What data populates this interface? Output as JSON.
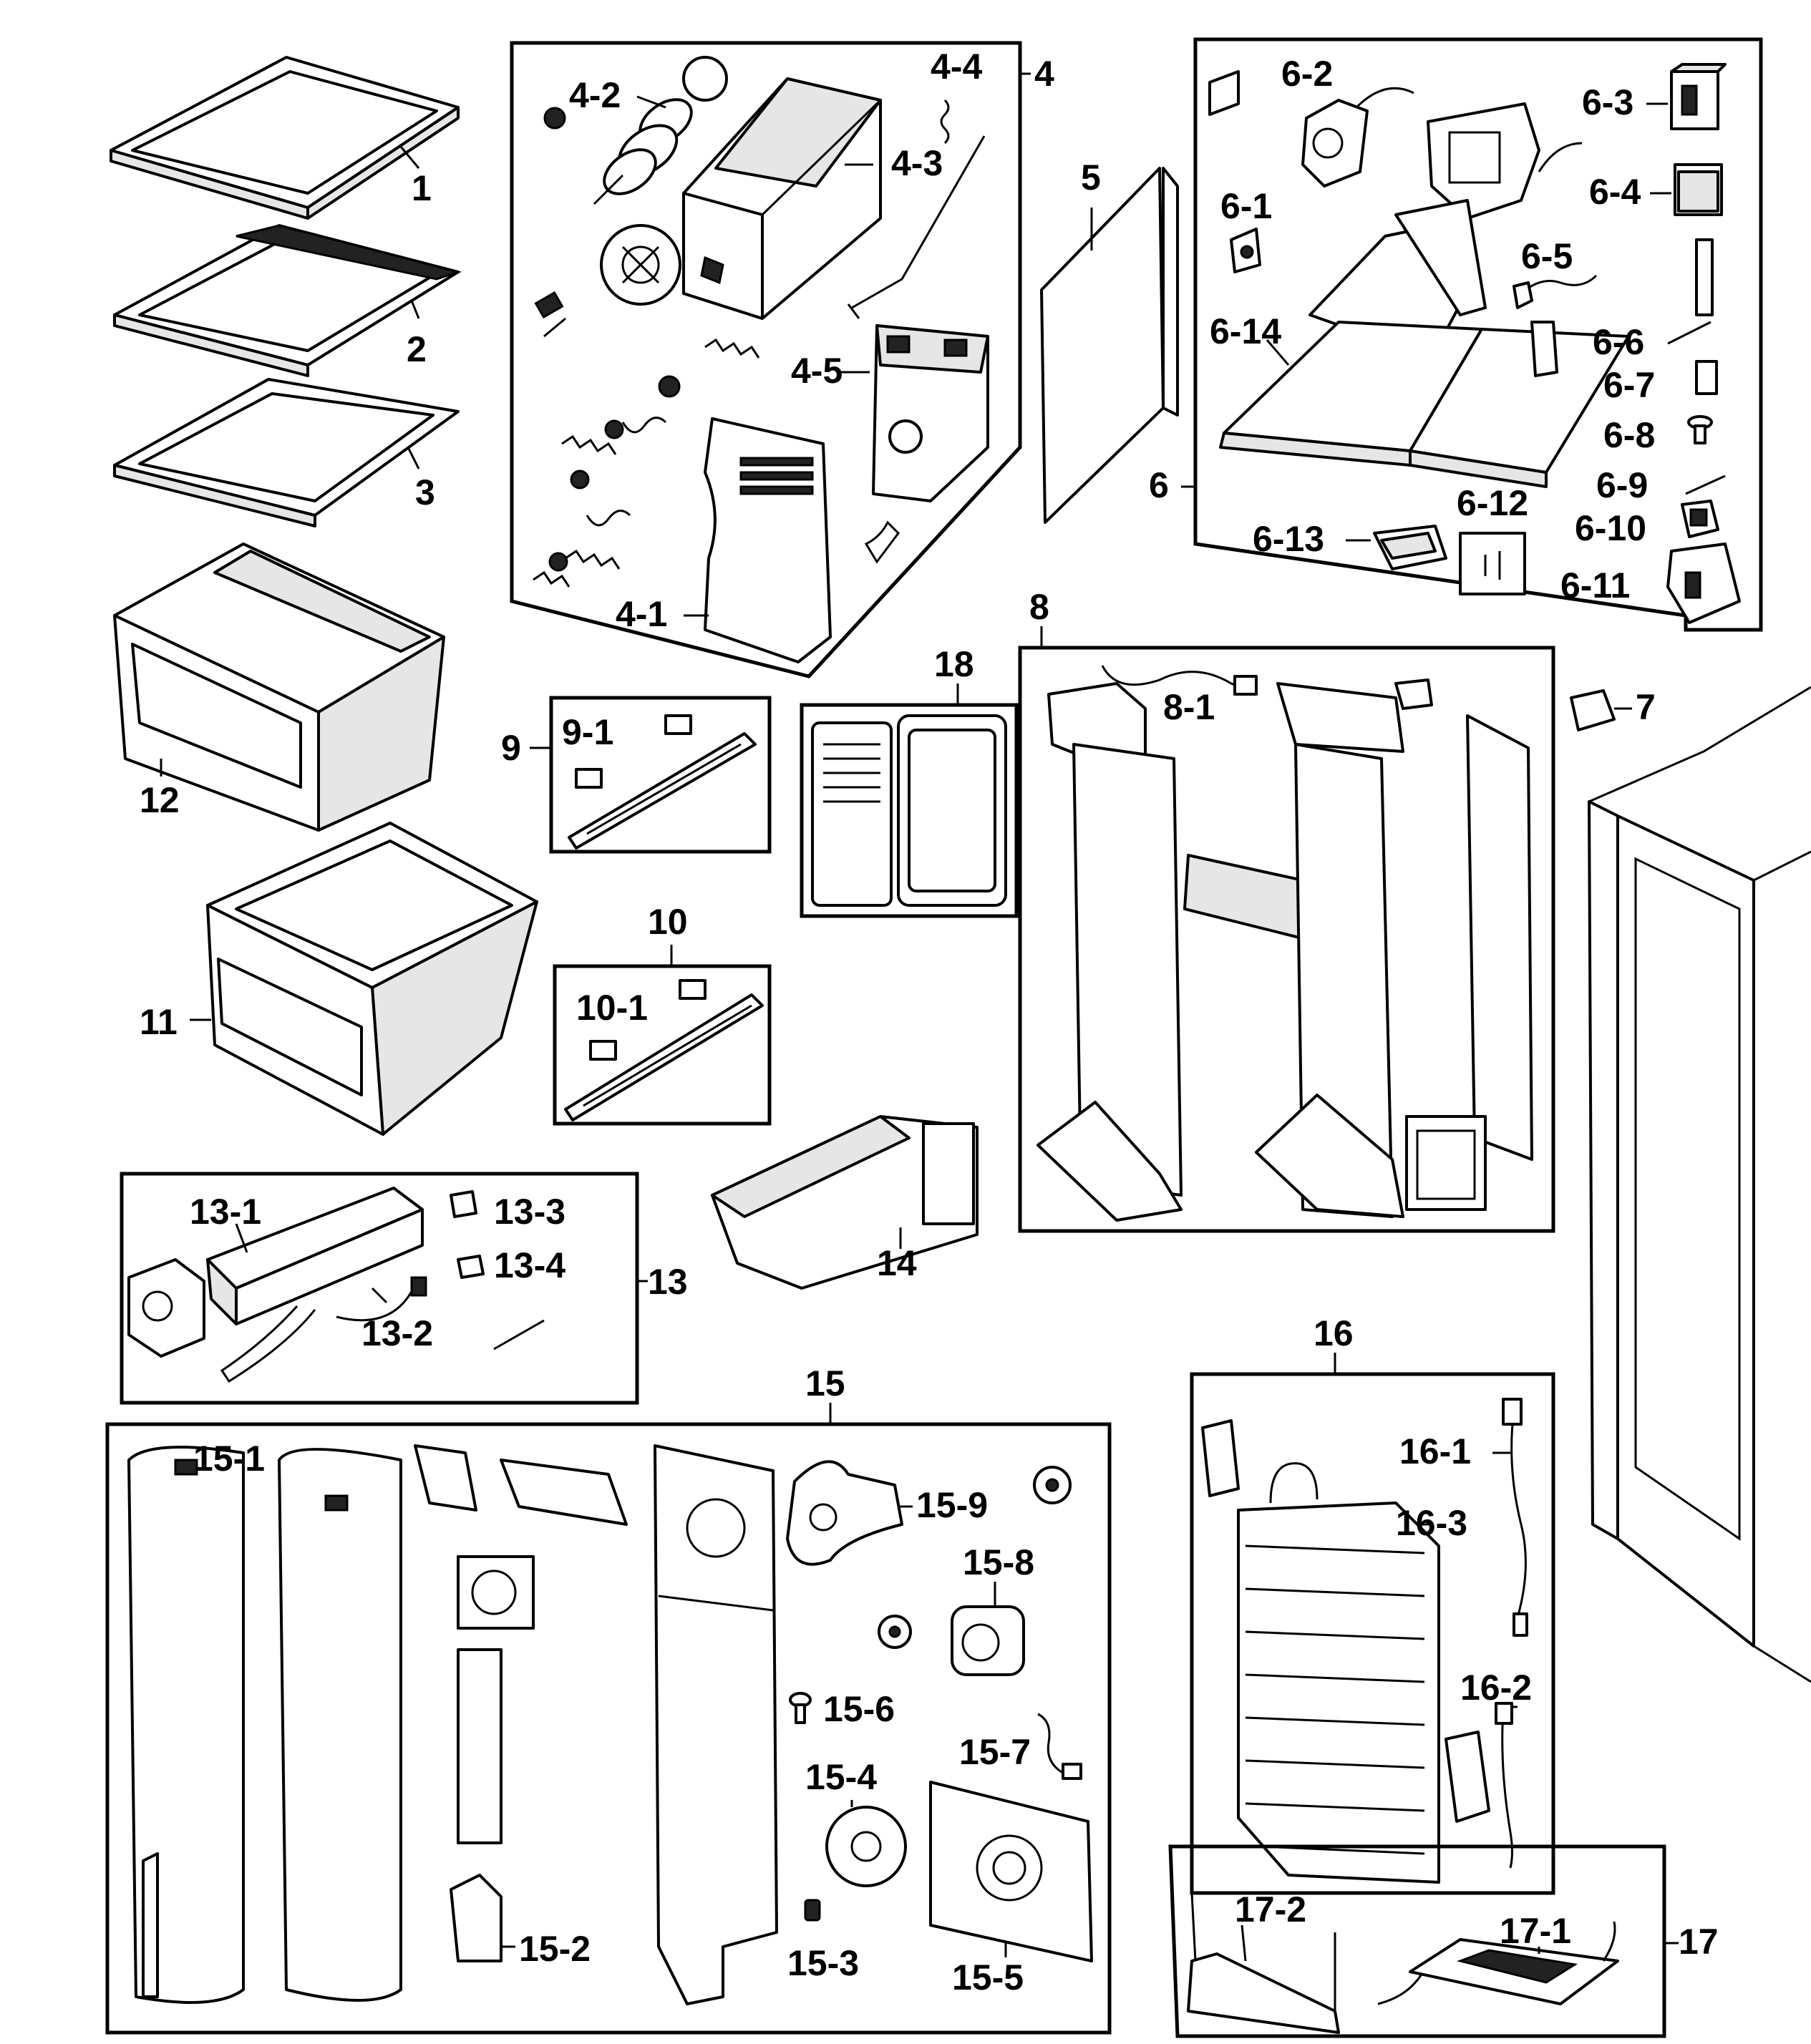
{
  "diagram": {
    "labels": {
      "p1": "1",
      "p2": "2",
      "p3": "3",
      "p4": "4",
      "p4_1": "4-1",
      "p4_2": "4-2",
      "p4_3": "4-3",
      "p4_4": "4-4",
      "p4_5": "4-5",
      "p5": "5",
      "p6": "6",
      "p6_1": "6-1",
      "p6_2": "6-2",
      "p6_3": "6-3",
      "p6_4": "6-4",
      "p6_5": "6-5",
      "p6_6": "6-6",
      "p6_7": "6-7",
      "p6_8": "6-8",
      "p6_9": "6-9",
      "p6_10": "6-10",
      "p6_11": "6-11",
      "p6_12": "6-12",
      "p6_13": "6-13",
      "p6_14": "6-14",
      "p7": "7",
      "p8": "8",
      "p8_1": "8-1",
      "p9": "9",
      "p9_1": "9-1",
      "p10": "10",
      "p10_1": "10-1",
      "p11": "11",
      "p12": "12",
      "p13": "13",
      "p13_1": "13-1",
      "p13_2": "13-2",
      "p13_3": "13-3",
      "p13_4": "13-4",
      "p14": "14",
      "p15": "15",
      "p15_1": "15-1",
      "p15_2": "15-2",
      "p15_3": "15-3",
      "p15_4": "15-4",
      "p15_5": "15-5",
      "p15_6": "15-6",
      "p15_7": "15-7",
      "p15_8": "15-8",
      "p15_9": "15-9",
      "p16": "16",
      "p16_1": "16-1",
      "p16_2": "16-2",
      "p16_3": "16-3",
      "p17": "17",
      "p17_1": "17-1",
      "p17_2": "17-2",
      "p18": "18"
    }
  }
}
